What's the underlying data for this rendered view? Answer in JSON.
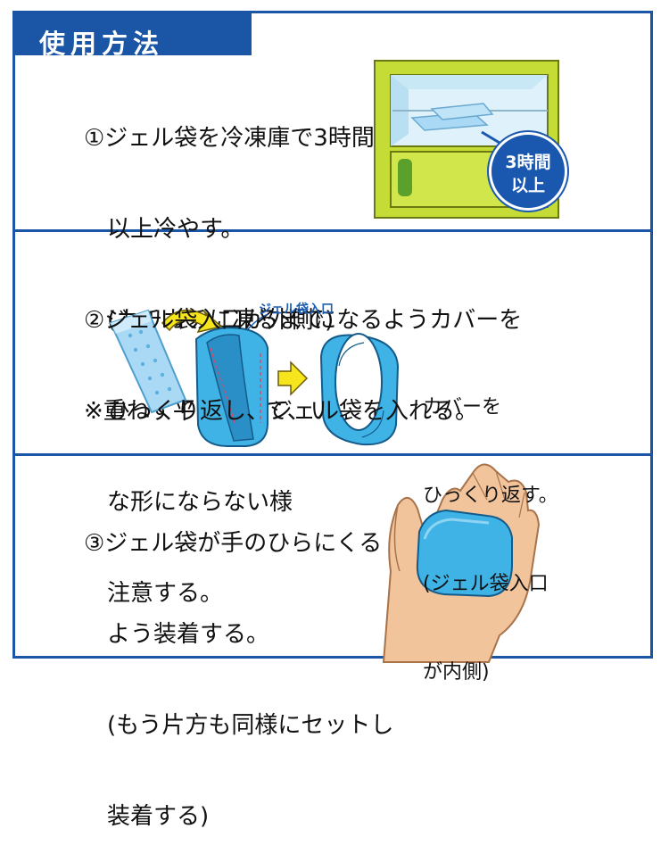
{
  "title": "使用方法",
  "step1": {
    "lines": [
      "①ジェル袋を冷凍庫で3時間",
      "　以上冷やす。",
      "　(カチカチに凍るまで)",
      "※重ねず平らにして、いびつ",
      "　な形にならない様",
      "　注意する。"
    ],
    "badge_line1": "3時間",
    "badge_line2": "以上"
  },
  "step2": {
    "lines": [
      "②ジェル袋入口が外側になるようカバーを",
      "　ひっくり返し、ジェル袋を入れる。"
    ],
    "inlet_label": "ジェル袋入口",
    "callout_lines": [
      "カバーを",
      "ひっくり返す。",
      "(ジェル袋入口",
      "が内側)"
    ]
  },
  "step3": {
    "lines": [
      "③ジェル袋が手のひらにくる",
      "　よう装着する。",
      "　(もう片方も同様にセットし",
      "　装着する)"
    ]
  },
  "colors": {
    "frame": "#1a55a6",
    "fridge": "#c4dc35",
    "gel": "#a9d9f5",
    "cover": "#3fb2e6",
    "arrow": "#f6e51c",
    "skin": "#f1c49c"
  }
}
